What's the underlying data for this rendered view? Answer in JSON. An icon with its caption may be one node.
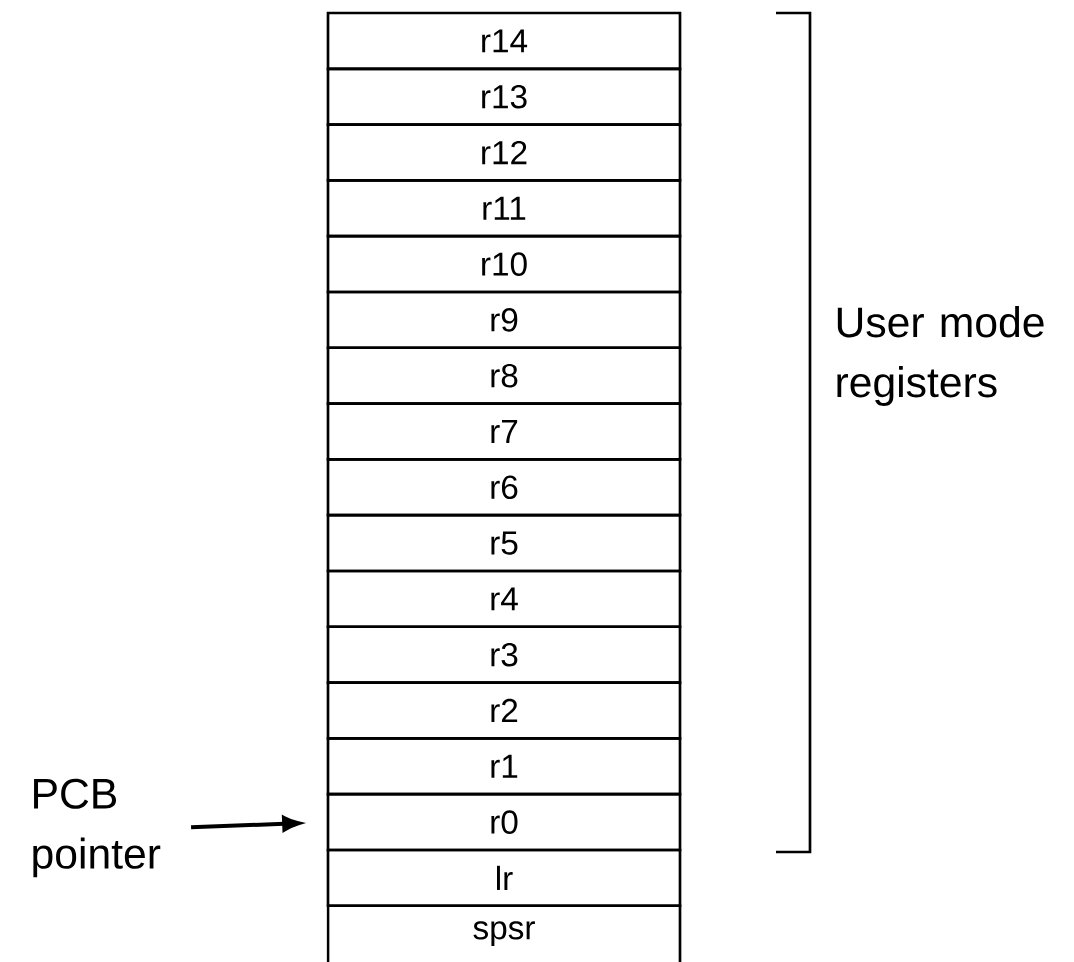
{
  "diagram": {
    "nodes": [
      {
        "text": [
          "r14"
        ]
      },
      {
        "text": [
          "r13"
        ]
      },
      {
        "text": [
          "r12"
        ]
      },
      {
        "text": [
          "r11"
        ]
      },
      {
        "text": [
          "r10"
        ]
      },
      {
        "text": [
          "r9"
        ]
      },
      {
        "text": [
          "r8"
        ]
      },
      {
        "text": [
          "r7"
        ]
      },
      {
        "text": [
          "r6"
        ]
      },
      {
        "text": [
          "r5"
        ]
      },
      {
        "text": [
          "r4"
        ]
      },
      {
        "text": [
          "r3"
        ]
      },
      {
        "text": [
          "r2"
        ]
      },
      {
        "text": [
          "r1"
        ]
      },
      {
        "text": [
          "r0"
        ]
      },
      {
        "text": [
          "lr"
        ]
      },
      {
        "text": [
          "spsr"
        ]
      },
      {
        "text": [
          "PCB pointer"
        ]
      }
    ],
    "edges": [
      {
        "from": 17,
        "to": 14,
        "arrow": "to"
      }
    ],
    "labels": [
      "User mode registers"
    ]
  }
}
